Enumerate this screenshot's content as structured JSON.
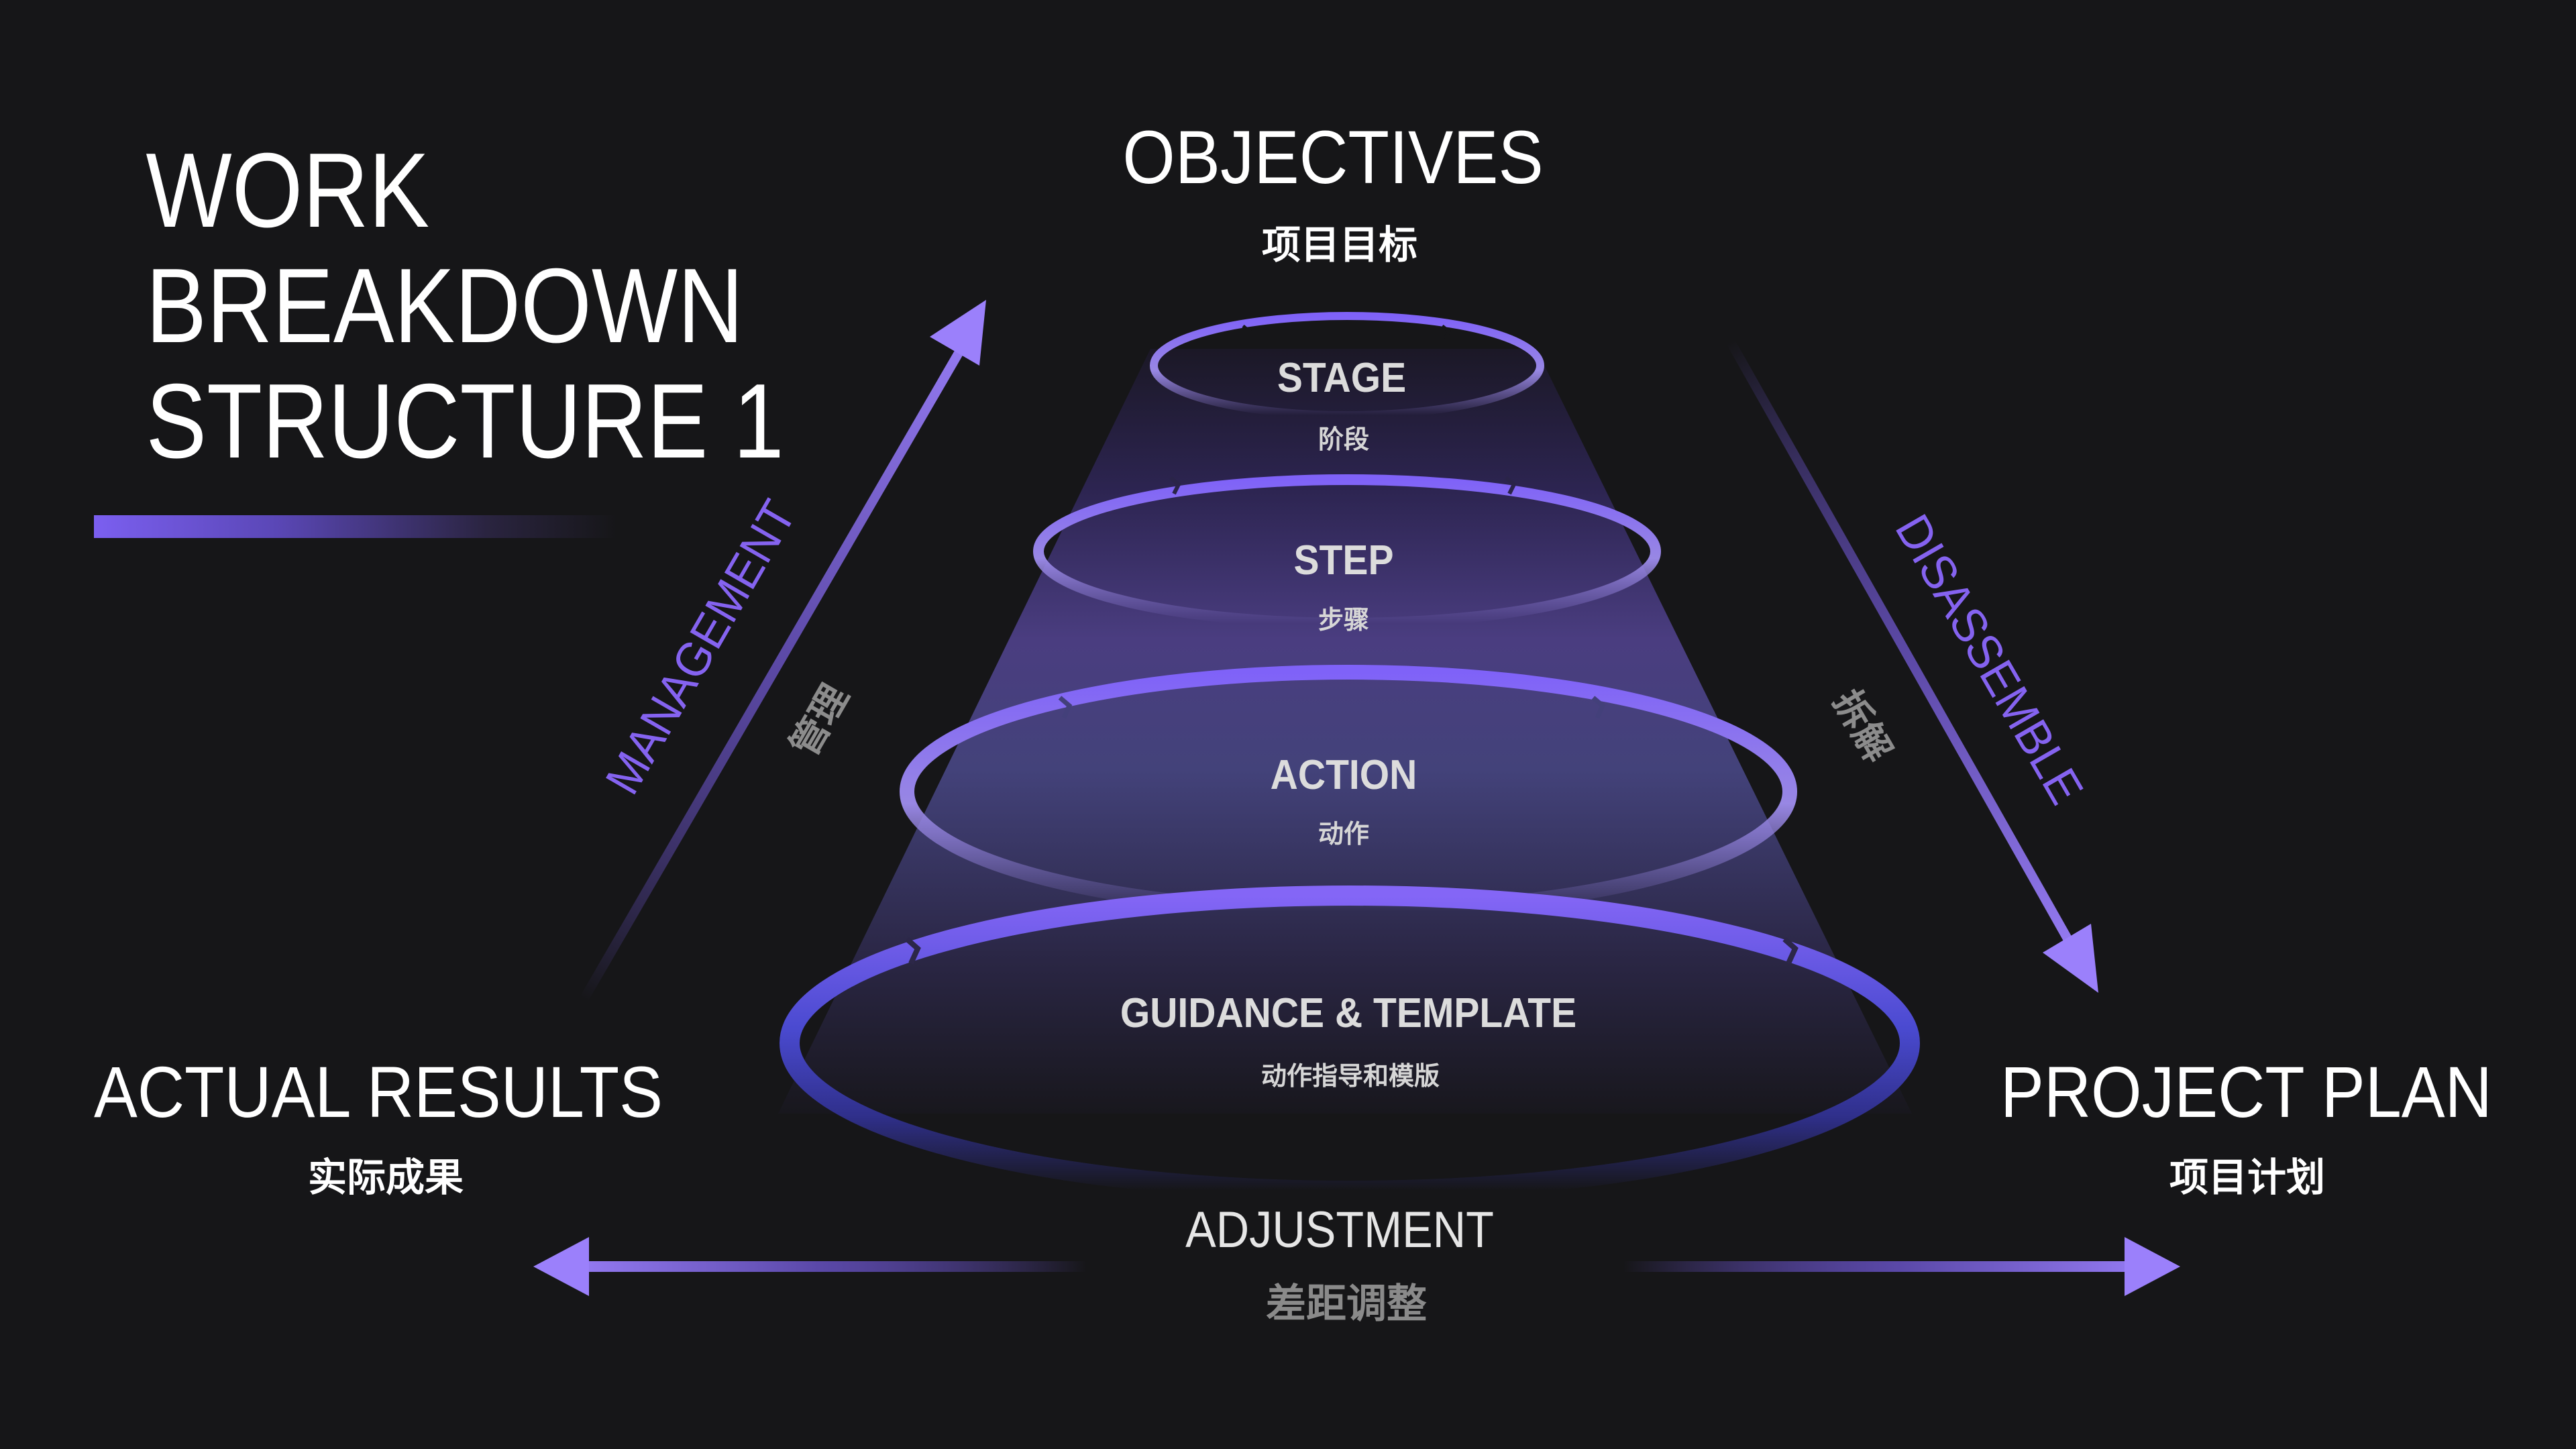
{
  "title": {
    "lines": [
      "WORK",
      "BREAKDOWN",
      "STRUCTURE 1"
    ]
  },
  "apex": {
    "en": "OBJECTIVES",
    "zh": "项目目标"
  },
  "tiers": [
    {
      "en": "STAGE",
      "zh": "阶段"
    },
    {
      "en": "STEP",
      "zh": "步骤"
    },
    {
      "en": "ACTION",
      "zh": "动作"
    },
    {
      "en": "GUIDANCE & TEMPLATE",
      "zh": "动作指导和模版"
    }
  ],
  "corners": {
    "left": {
      "en": "ACTUAL RESULTS",
      "zh": "实际成果"
    },
    "right": {
      "en": "PROJECT PLAN",
      "zh": "项目计划"
    }
  },
  "edges": {
    "left": {
      "en": "MANAGEMENT",
      "zh": "管理",
      "direction": "up"
    },
    "right": {
      "en": "DISASSEMBLE",
      "zh": "拆解",
      "direction": "down"
    },
    "bottom": {
      "en": "ADJUSTMENT",
      "zh": "差距调整",
      "direction": "both"
    }
  },
  "colors": {
    "background": "#161618",
    "accent": "#7b5ff0",
    "accent_light": "#9a82f5",
    "ring_bottom": "#3d44c0",
    "text_primary": "#ffffff",
    "text_secondary": "#8a8a8a"
  }
}
